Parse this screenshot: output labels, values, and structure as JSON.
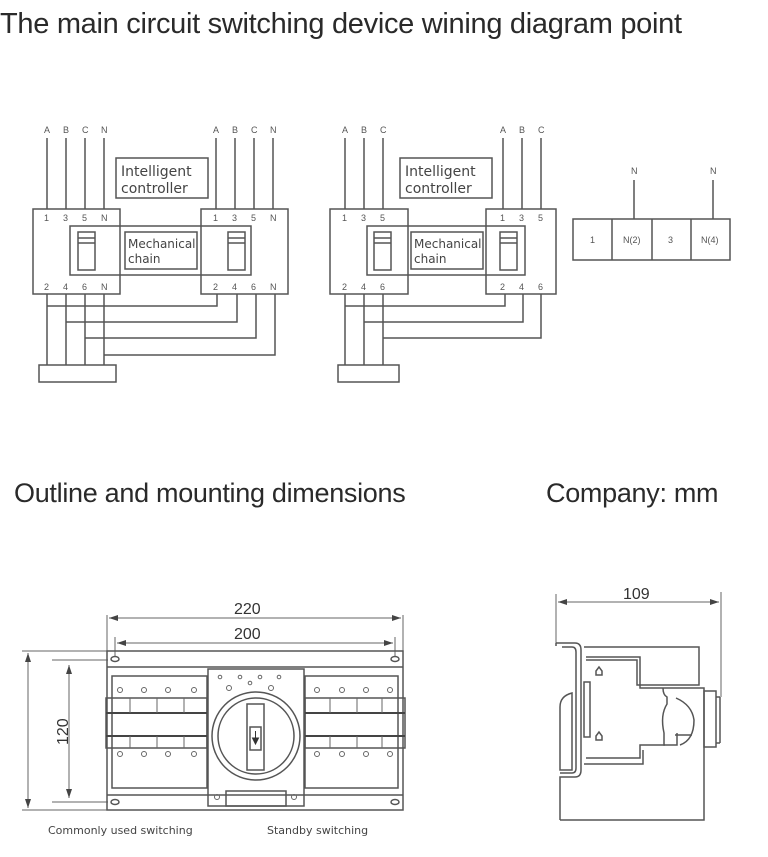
{
  "headings": {
    "title": "The main circuit switching device wining diagram point",
    "outline": "Outline and mounting dimensions",
    "unit": "Company: mm"
  },
  "wiring_4pole": {
    "left_inputs": [
      "A",
      "B",
      "C",
      "N"
    ],
    "right_inputs": [
      "A",
      "B",
      "C",
      "N"
    ],
    "top_terminals": [
      "1",
      "3",
      "5",
      "N"
    ],
    "bottom_terminals": [
      "2",
      "4",
      "6",
      "N"
    ],
    "controller_line1": "Intelligent",
    "controller_line2": "controller",
    "chain_line1": "Mechanical",
    "chain_line2": "chain"
  },
  "wiring_3pole": {
    "left_inputs": [
      "A",
      "B",
      "C"
    ],
    "right_inputs": [
      "A",
      "B",
      "C"
    ],
    "top_terminals": [
      "1",
      "3",
      "5"
    ],
    "bottom_terminals": [
      "2",
      "4",
      "6"
    ],
    "controller_line1": "Intelligent",
    "controller_line2": "controller",
    "chain_line1": "Mechanical",
    "chain_line2": "chain"
  },
  "neutral_block": {
    "inputs": [
      "N",
      "N"
    ],
    "cells": [
      "1",
      "N(2)",
      "3",
      "N(4)"
    ]
  },
  "dimensions": {
    "overall_width": "220",
    "mount_width": "200",
    "height": "120",
    "depth": "109",
    "caption_left": "Commonly used switching",
    "caption_right": "Standby switching"
  }
}
